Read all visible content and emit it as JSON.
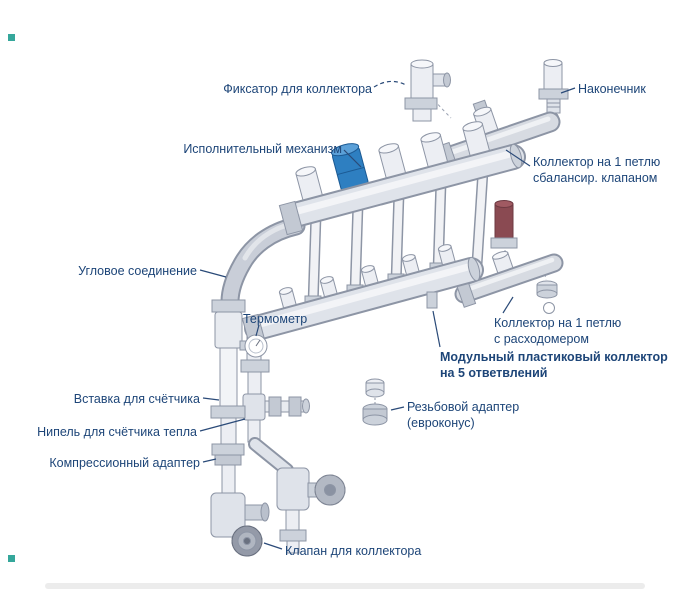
{
  "meta": {
    "title": "Схема коллектора отопления"
  },
  "colors": {
    "label_text": "#1d4578",
    "outline": "#8d95a5",
    "fill_light": "#eceef3",
    "fill_mid": "#ccd2db",
    "actuator_blue": "#2e7fc1",
    "valve_maroon": "#8a4a52",
    "artifact_teal": "#35a79b"
  },
  "labels": {
    "fixator": {
      "text": "Фиксатор для коллектора"
    },
    "tip": {
      "text": "Наконечник"
    },
    "actuator": {
      "text": "Исполнительный механизм"
    },
    "collector_balancing": {
      "line1": "Коллектор на 1 петлю",
      "line2": "сбалансир. клапаном"
    },
    "angle_connection": {
      "text": "Угловое соединение"
    },
    "thermometer": {
      "text": "Термометр"
    },
    "collector_flowmeter": {
      "line1": "Коллектор на 1 петлю",
      "line2": "с расходомером"
    },
    "modular_collector": {
      "line1": "Модульный пластиковый коллектор",
      "line2": "на 5 ответвлений"
    },
    "meter_insert": {
      "text": "Вставка для счётчика"
    },
    "threaded_adapter": {
      "line1": "Резьбовой адаптер",
      "line2": "(евроконус)"
    },
    "nipple": {
      "text": "Нипель для счётчика тепла"
    },
    "compression_adapter": {
      "text": "Компрессионный адаптер"
    },
    "collector_valve": {
      "text": "Клапан для коллектора"
    }
  }
}
